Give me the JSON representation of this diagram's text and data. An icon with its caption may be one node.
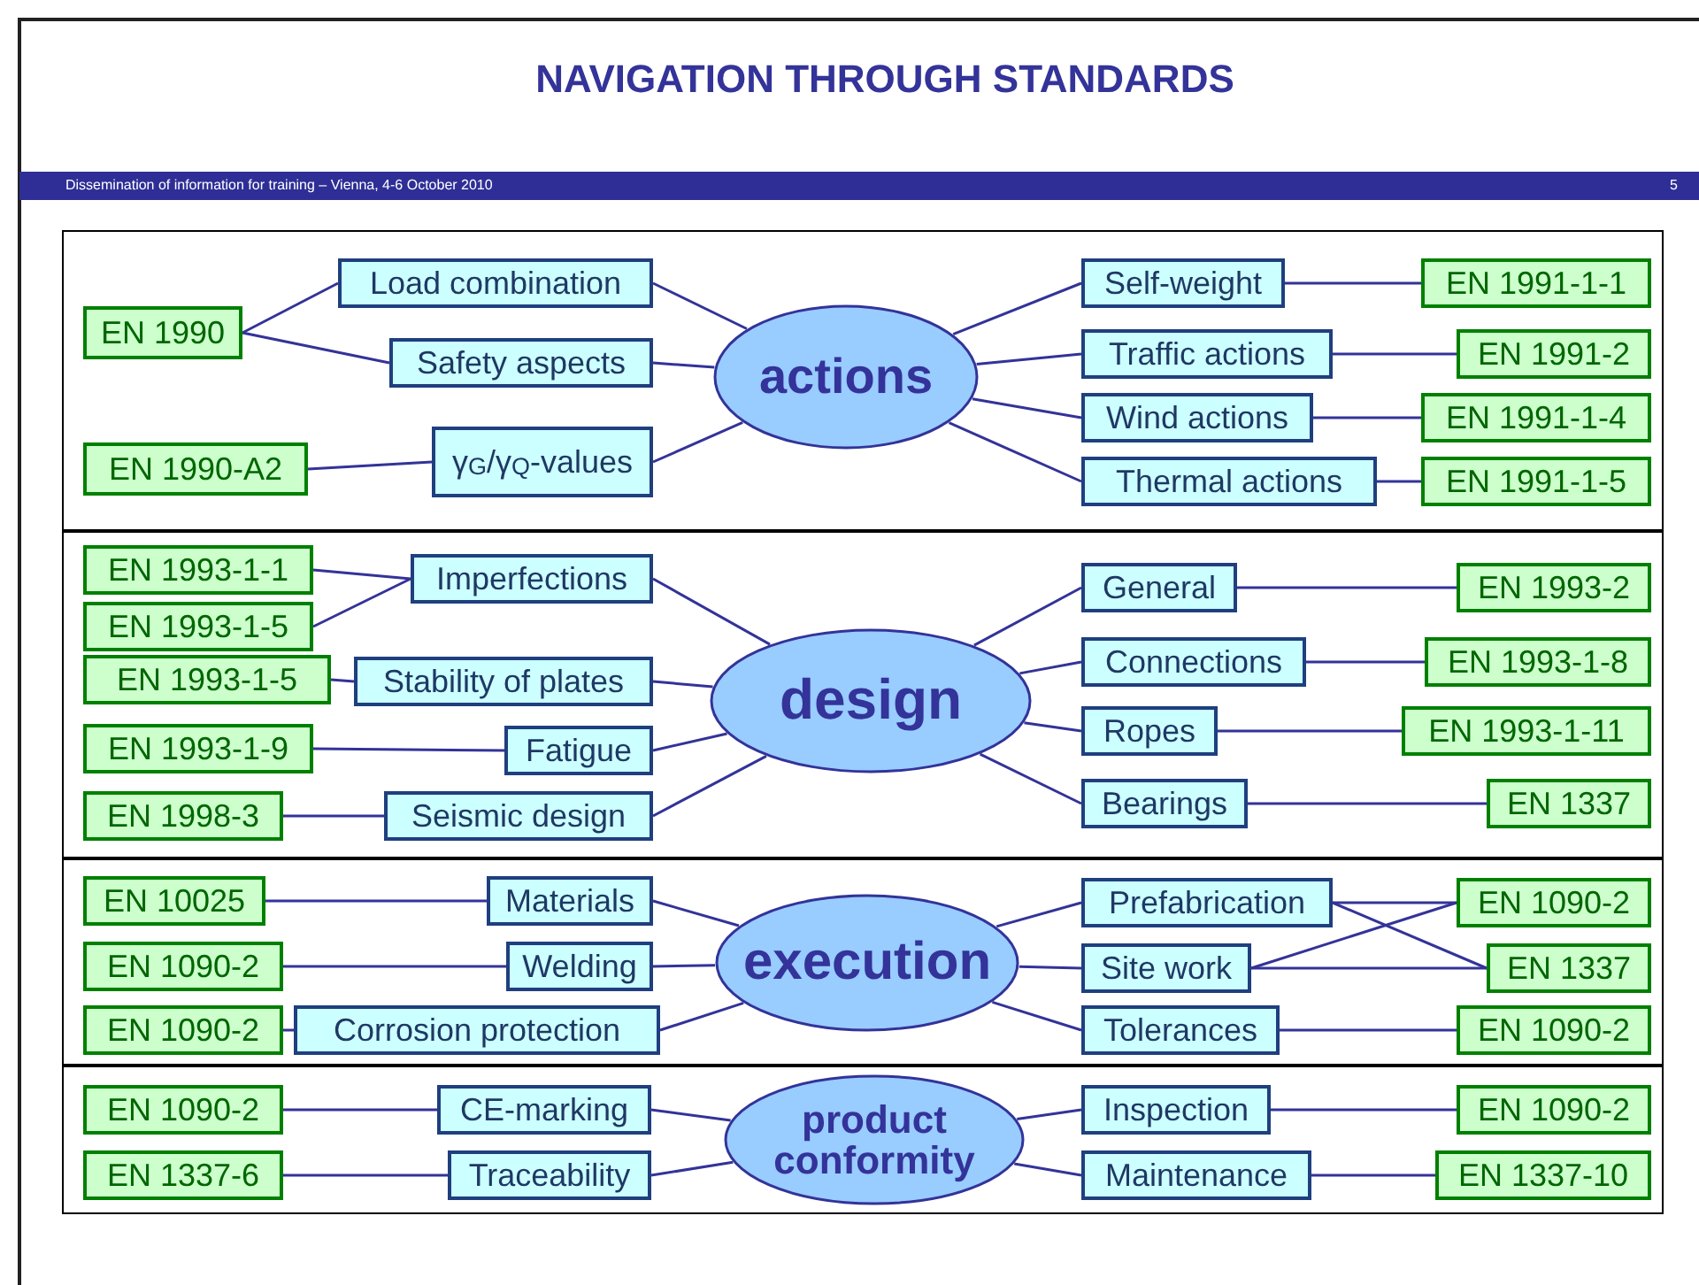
{
  "diagram": {
    "title": "NAVIGATION THROUGH STANDARDS",
    "nodes": [
      {
        "text": [
          "EN 1990"
        ]
      },
      {
        "text": [
          "Load combination"
        ]
      },
      {
        "text": [
          "Safety aspects"
        ]
      },
      {
        "text": [
          "actions"
        ]
      },
      {
        "text": [
          "EN 1990-A2"
        ]
      },
      {
        "text": [
          "γ$_{G}$/γ$_{Q}$-values"
        ]
      },
      {
        "text": [
          "Self-weight"
        ]
      },
      {
        "text": [
          "EN 1991-1-1"
        ]
      },
      {
        "text": [
          "Traffic actions"
        ]
      },
      {
        "text": [
          "EN 1991-2"
        ]
      },
      {
        "text": [
          "Wind actions"
        ]
      },
      {
        "text": [
          "EN 1991-1-4"
        ]
      },
      {
        "text": [
          "Thermal actions"
        ]
      },
      {
        "text": [
          "EN 1991-1-5"
        ]
      },
      {
        "text": [
          "EN 1993-1-1"
        ]
      },
      {
        "text": [
          "EN 1993-1-5"
        ]
      },
      {
        "text": [
          "Imperfections"
        ]
      },
      {
        "text": [
          "EN 1993-1-5"
        ]
      },
      {
        "text": [
          "Stability of plates"
        ]
      },
      {
        "text": [
          "design"
        ]
      },
      {
        "text": [
          "EN 1993-1-9"
        ]
      },
      {
        "text": [
          "Fatigue"
        ]
      },
      {
        "text": [
          "EN 1998-3"
        ]
      },
      {
        "text": [
          "Seismic design"
        ]
      },
      {
        "text": [
          "General"
        ]
      },
      {
        "text": [
          "EN 1993-2"
        ]
      },
      {
        "text": [
          "Connections"
        ]
      },
      {
        "text": [
          "EN 1993-1-8"
        ]
      },
      {
        "text": [
          "Ropes"
        ]
      },
      {
        "text": [
          "EN 1993-1-11"
        ]
      },
      {
        "text": [
          "Bearings"
        ]
      },
      {
        "text": [
          "EN 1337"
        ]
      },
      {
        "text": [
          "EN 10025"
        ]
      },
      {
        "text": [
          "Materials"
        ]
      },
      {
        "text": [
          "execution"
        ]
      },
      {
        "text": [
          "EN 1090-2"
        ]
      },
      {
        "text": [
          "Welding"
        ]
      },
      {
        "text": [
          "EN 1090-2"
        ]
      },
      {
        "text": [
          "Corrosion protection"
        ]
      },
      {
        "text": [
          "Prefabrication"
        ]
      },
      {
        "text": [
          "EN 1090-2"
        ]
      },
      {
        "text": [
          "Site work"
        ]
      },
      {
        "text": [
          "EN 1337"
        ]
      },
      {
        "text": [
          "Tolerances"
        ]
      },
      {
        "text": [
          "EN 1090-2"
        ]
      },
      {
        "text": [
          "EN 1090-2"
        ]
      },
      {
        "text": [
          "CE-marking"
        ]
      },
      {
        "text": [
          "product conformity"
        ]
      },
      {
        "text": [
          "EN 1337-6"
        ]
      },
      {
        "text": [
          "Traceability"
        ]
      },
      {
        "text": [
          "Inspection"
        ]
      },
      {
        "text": [
          "EN 1090-2"
        ]
      },
      {
        "text": [
          "Maintenance"
        ]
      },
      {
        "text": [
          "EN 1337-10"
        ]
      }
    ],
    "edges": [
      {
        "from": 0,
        "to": 1,
        "arrow": "none"
      },
      {
        "from": 0,
        "to": 2,
        "arrow": "none"
      },
      {
        "from": 1,
        "to": 3,
        "arrow": "none"
      },
      {
        "from": 2,
        "to": 3,
        "arrow": "none"
      },
      {
        "from": 4,
        "to": 5,
        "arrow": "none"
      },
      {
        "from": 5,
        "to": 3,
        "arrow": "none"
      },
      {
        "from": 3,
        "to": 6,
        "arrow": "none"
      },
      {
        "from": 6,
        "to": 7,
        "arrow": "none"
      },
      {
        "from": 3,
        "to": 8,
        "arrow": "none"
      },
      {
        "from": 8,
        "to": 9,
        "arrow": "none"
      },
      {
        "from": 3,
        "to": 10,
        "arrow": "none"
      },
      {
        "from": 10,
        "to": 11,
        "arrow": "none"
      },
      {
        "from": 3,
        "to": 12,
        "arrow": "none"
      },
      {
        "from": 12,
        "to": 13,
        "arrow": "none"
      },
      {
        "from": 14,
        "to": 16,
        "arrow": "none"
      },
      {
        "from": 15,
        "to": 16,
        "arrow": "none"
      },
      {
        "from": 17,
        "to": 18,
        "arrow": "none"
      },
      {
        "from": 16,
        "to": 19,
        "arrow": "none"
      },
      {
        "from": 18,
        "to": 19,
        "arrow": "none"
      },
      {
        "from": 20,
        "to": 21,
        "arrow": "none"
      },
      {
        "from": 21,
        "to": 19,
        "arrow": "none"
      },
      {
        "from": 22,
        "to": 23,
        "arrow": "none"
      },
      {
        "from": 23,
        "to": 19,
        "arrow": "none"
      },
      {
        "from": 19,
        "to": 24,
        "arrow": "none"
      },
      {
        "from": 24,
        "to": 25,
        "arrow": "none"
      },
      {
        "from": 19,
        "to": 26,
        "arrow": "none"
      },
      {
        "from": 26,
        "to": 27,
        "arrow": "none"
      },
      {
        "from": 19,
        "to": 28,
        "arrow": "none"
      },
      {
        "from": 28,
        "to": 29,
        "arrow": "none"
      },
      {
        "from": 19,
        "to": 30,
        "arrow": "none"
      },
      {
        "from": 30,
        "to": 31,
        "arrow": "none"
      },
      {
        "from": 32,
        "to": 33,
        "arrow": "none"
      },
      {
        "from": 33,
        "to": 34,
        "arrow": "none"
      },
      {
        "from": 35,
        "to": 36,
        "arrow": "none"
      },
      {
        "from": 36,
        "to": 34,
        "arrow": "none"
      },
      {
        "from": 37,
        "to": 38,
        "arrow": "none"
      },
      {
        "from": 38,
        "to": 34,
        "arrow": "none"
      },
      {
        "from": 34,
        "to": 39,
        "arrow": "none"
      },
      {
        "from": 34,
        "to": 41,
        "arrow": "none"
      },
      {
        "from": 34,
        "to": 43,
        "arrow": "none"
      },
      {
        "from": 39,
        "to": 40,
        "arrow": "none"
      },
      {
        "from": 39,
        "to": 42,
        "arrow": "none"
      },
      {
        "from": 41,
        "to": 40,
        "arrow": "none"
      },
      {
        "from": 41,
        "to": 42,
        "arrow": "none"
      },
      {
        "from": 43,
        "to": 44,
        "arrow": "none"
      },
      {
        "from": 45,
        "to": 46,
        "arrow": "none"
      },
      {
        "from": 46,
        "to": 47,
        "arrow": "none"
      },
      {
        "from": 48,
        "to": 49,
        "arrow": "none"
      },
      {
        "from": 49,
        "to": 47,
        "arrow": "none"
      },
      {
        "from": 47,
        "to": 50,
        "arrow": "none"
      },
      {
        "from": 50,
        "to": 51,
        "arrow": "none"
      },
      {
        "from": 47,
        "to": 52,
        "arrow": "none"
      },
      {
        "from": 52,
        "to": 53,
        "arrow": "none"
      }
    ],
    "labels": [
      "Dissemination of information for training – Vienna, 4-6 October 2010",
      "5"
    ]
  }
}
